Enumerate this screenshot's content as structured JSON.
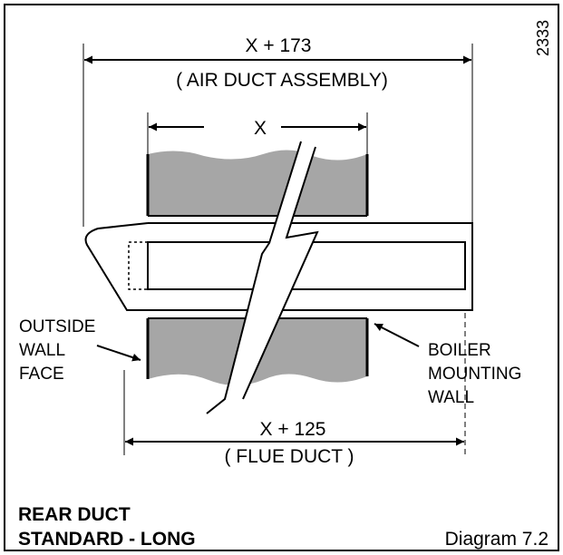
{
  "figure_id": "2333",
  "dimensions": {
    "air_duct_length": "X + 173",
    "air_duct_caption": "( AIR DUCT ASSEMBLY)",
    "wall_thickness": "X",
    "flue_duct_length": "X + 125",
    "flue_duct_caption": "( FLUE DUCT )"
  },
  "labels": {
    "outside_wall_face": [
      "OUTSIDE",
      "WALL",
      "FACE"
    ],
    "boiler_mounting_wall": [
      "BOILER",
      "MOUNTING",
      "WALL"
    ]
  },
  "footer": {
    "title_line1": "REAR DUCT",
    "title_line2": "STANDARD - LONG",
    "diagram_ref": "Diagram 7.2"
  },
  "colors": {
    "wall_fill": "#a6a6a6",
    "line": "#000000"
  }
}
